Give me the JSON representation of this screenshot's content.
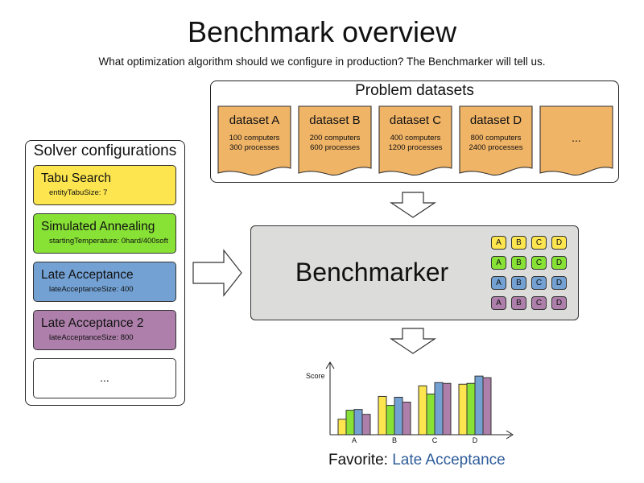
{
  "header": {
    "title": "Benchmark overview",
    "subtitle": "What optimization algorithm should we configure in production? The Benchmarker will tell us."
  },
  "datasets": {
    "title": "Problem datasets",
    "color": "#f0b467",
    "items": [
      {
        "name": "dataset A",
        "line1": "100 computers",
        "line2": "300 processes"
      },
      {
        "name": "dataset B",
        "line1": "200 computers",
        "line2": "600 processes"
      },
      {
        "name": "dataset C",
        "line1": "400 computers",
        "line2": "1200 processes"
      },
      {
        "name": "dataset D",
        "line1": "800 computers",
        "line2": "2400 processes"
      },
      {
        "name": "",
        "line1": "...",
        "line2": ""
      }
    ]
  },
  "solvers": {
    "title": "Solver configurations",
    "items": [
      {
        "name": "Tabu Search",
        "prop": "entityTabuSize: 7",
        "color": "#fce54e"
      },
      {
        "name": "Simulated Annealing",
        "prop": "startingTemperature: 0hard/400soft",
        "color": "#88e236"
      },
      {
        "name": "Late Acceptance",
        "prop": "lateAcceptanceSize: 400",
        "color": "#73a1d3"
      },
      {
        "name": "Late Acceptance 2",
        "prop": "lateAcceptanceSize: 800",
        "color": "#ad7faa"
      },
      {
        "name": "",
        "prop": "",
        "ellipsis": "...",
        "color": "#ffffff"
      }
    ]
  },
  "benchmarker": {
    "label": "Benchmarker",
    "columns": [
      "A",
      "B",
      "C",
      "D"
    ]
  },
  "chart_data": {
    "type": "bar",
    "ylabel": "Score",
    "categories": [
      "A",
      "B",
      "C",
      "D"
    ],
    "series": [
      {
        "color": "#fce54e",
        "values": [
          19,
          47,
          60,
          62
        ]
      },
      {
        "color": "#88e236",
        "values": [
          30,
          36,
          50,
          63
        ]
      },
      {
        "color": "#73a1d3",
        "values": [
          31,
          46,
          64,
          72
        ]
      },
      {
        "color": "#ad7faa",
        "values": [
          25,
          40,
          63,
          70
        ]
      }
    ],
    "ylim": [
      0,
      85
    ]
  },
  "favorite": {
    "label": "Favorite:",
    "value": "Late Acceptance"
  }
}
